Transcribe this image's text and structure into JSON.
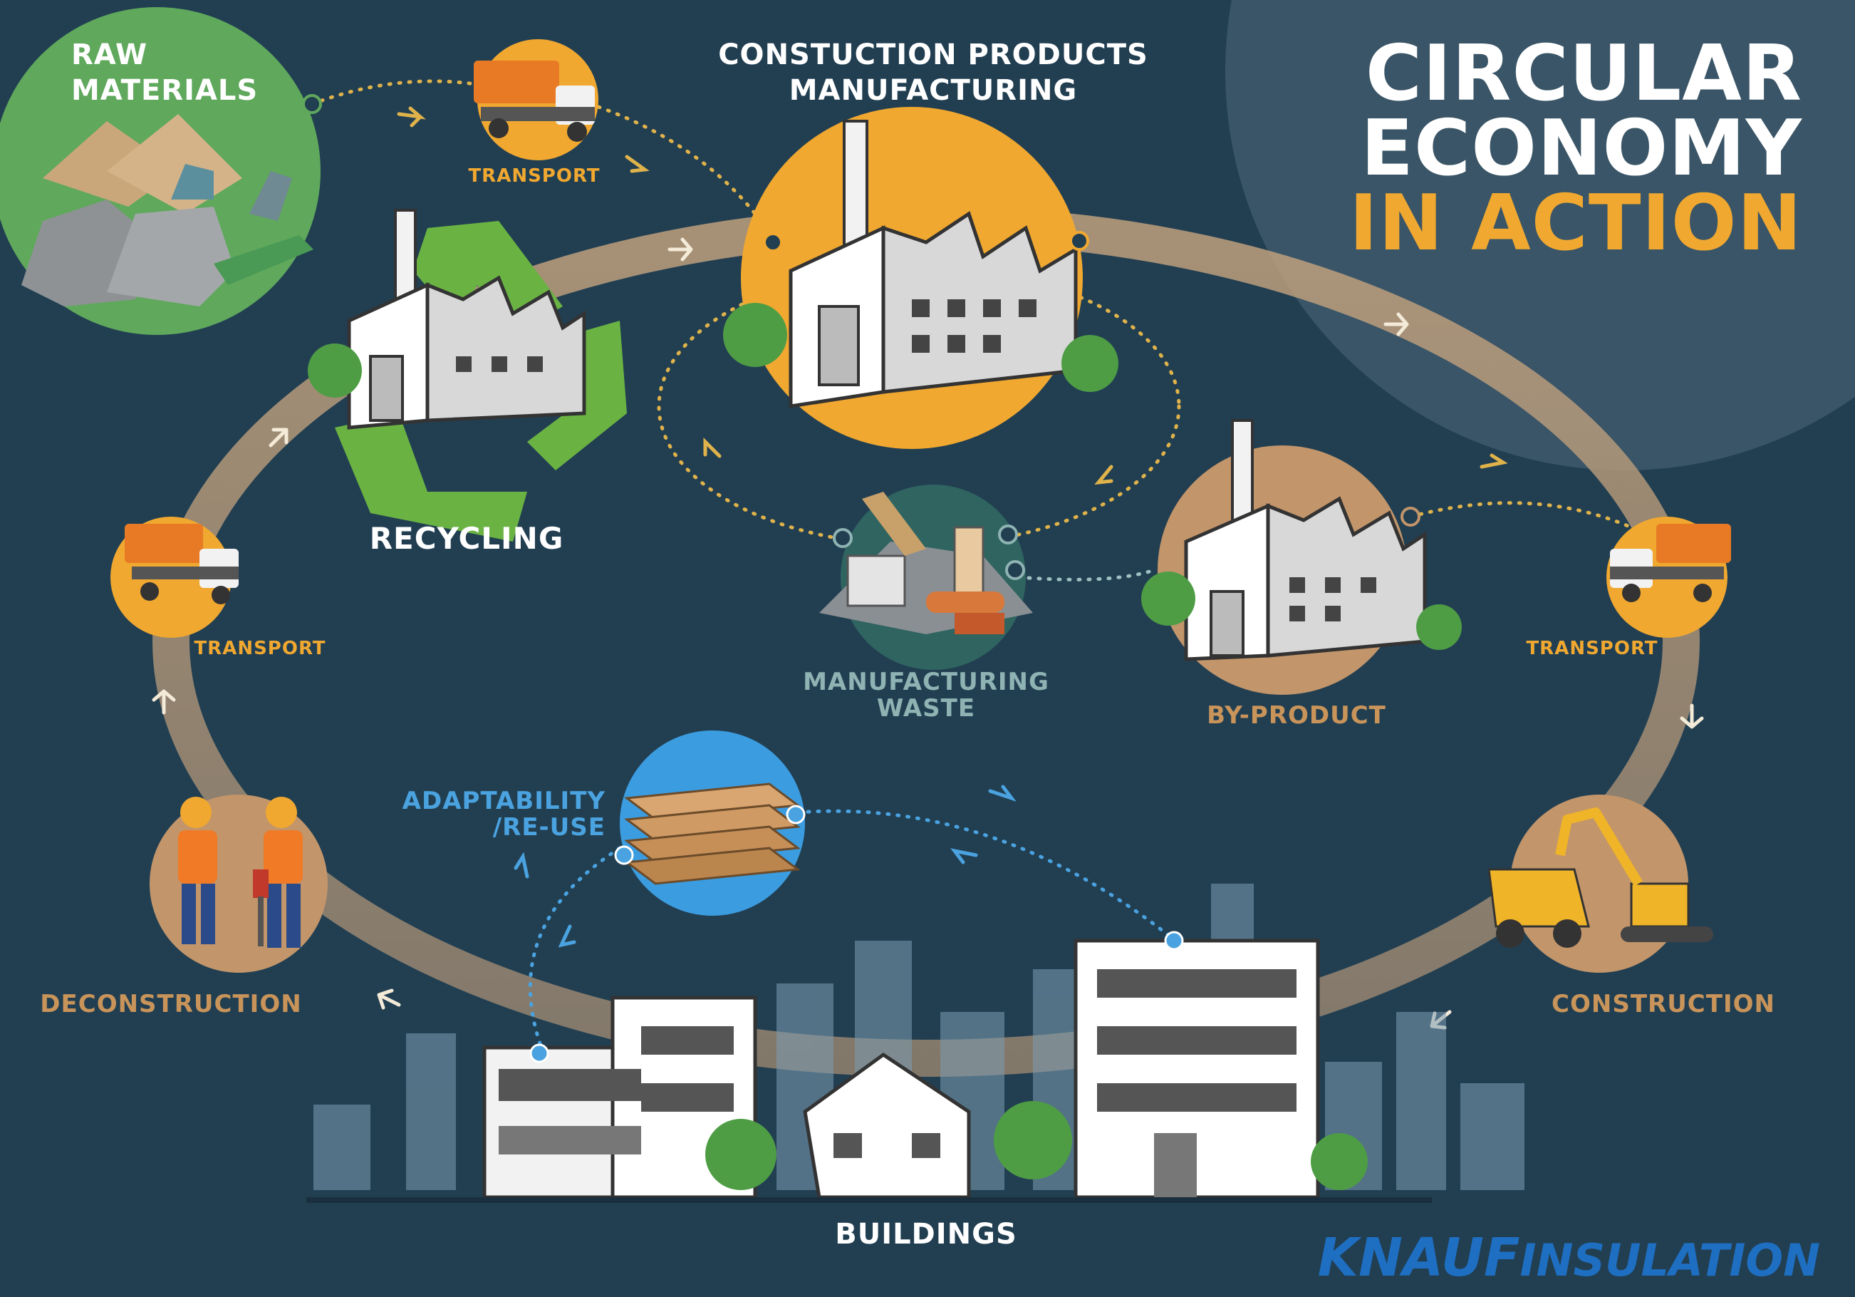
{
  "title": {
    "line1": "CIRCULAR",
    "line2": "ECONOMY",
    "line3": "IN ACTION"
  },
  "nodes": {
    "raw_materials": {
      "line1": "RAW",
      "line2": "MATERIALS"
    },
    "manufacturing": {
      "line1": "CONSTUCTION PRODUCTS",
      "line2": "MANUFACTURING"
    },
    "recycling": {
      "label": "RECYCLING"
    },
    "manufacturing_waste": {
      "line1": "MANUFACTURING",
      "line2": "WASTE"
    },
    "by_product": {
      "label": "BY-PRODUCT"
    },
    "transport_top": {
      "label": "TRANSPORT"
    },
    "transport_left": {
      "label": "TRANSPORT"
    },
    "transport_right": {
      "label": "TRANSPORT"
    },
    "adaptability": {
      "line1": "ADAPTABILITY",
      "line2": "/RE-USE"
    },
    "deconstruction": {
      "label": "DECONSTRUCTION"
    },
    "construction": {
      "label": "CONSTRUCTION"
    },
    "buildings": {
      "label": "BUILDINGS"
    }
  },
  "brand": {
    "part1": "KNAUF",
    "part2": "INSULATION"
  },
  "colors": {
    "background": "#223f52",
    "title_panel": "#3a5567",
    "accent_yellow": "#f0a830",
    "raw_green": "#5fa85c",
    "recycle_green": "#6ab343",
    "loop_tan": "#c7a57f",
    "label_tan": "#c9945a",
    "label_blue": "#4aa3e0",
    "label_teal": "#8fb3b3",
    "brand_blue": "#1e6fc2"
  }
}
